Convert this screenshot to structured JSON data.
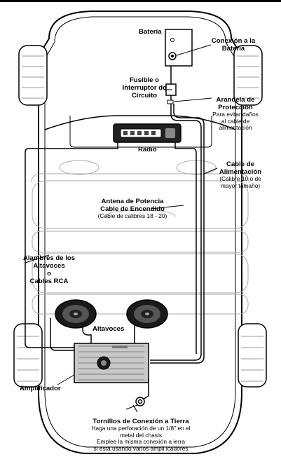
{
  "labels": {
    "bateria": "Batería",
    "conexion_bateria_1": "Conexión a la",
    "conexion_bateria_2": "Batería",
    "fusible_1": "Fusible o",
    "fusible_2": "Interruptor de",
    "fusible_3": "Circuito",
    "arandela_1": "Arandela de",
    "arandela_2": "Protección",
    "arandela_3": "Para evitar daños",
    "arandela_4": "al cable de",
    "arandela_5": "alimentación",
    "radio": "Radio",
    "cable_alim_1": "Cable de",
    "cable_alim_2": "Alimentación",
    "cable_alim_3": "(Calibre 10 o de",
    "cable_alim_4": "mayor tamaño)",
    "antena_1": "Antena de Potencia",
    "antena_2": "Cable de Encendido",
    "antena_3": "(Cable de calibres 18 - 20)",
    "alambres_1": "Alambres de los",
    "alambres_2": "Altavoces",
    "alambres_3": "o",
    "alambres_4": "Cables RCA",
    "altavoces": "Altavoces",
    "amplificador": "Amplificador",
    "tornillos_1": "Tornillos de Conexión a Tierra",
    "tornillos_2": "Haga una perforación de un 1/8\" en el",
    "tornillos_3": "metal del chasis",
    "tornillos_4": "Emplee la misma conexión a  ierra",
    "tornillos_5": "si está usando varios ampli icadores"
  },
  "colors": {
    "ink": "#000000",
    "car_fill": "#ffffff",
    "seat_line": "#aaaaaa",
    "amp_fill": "#c8c8c8",
    "speaker_fill": "#1a1a1a"
  }
}
